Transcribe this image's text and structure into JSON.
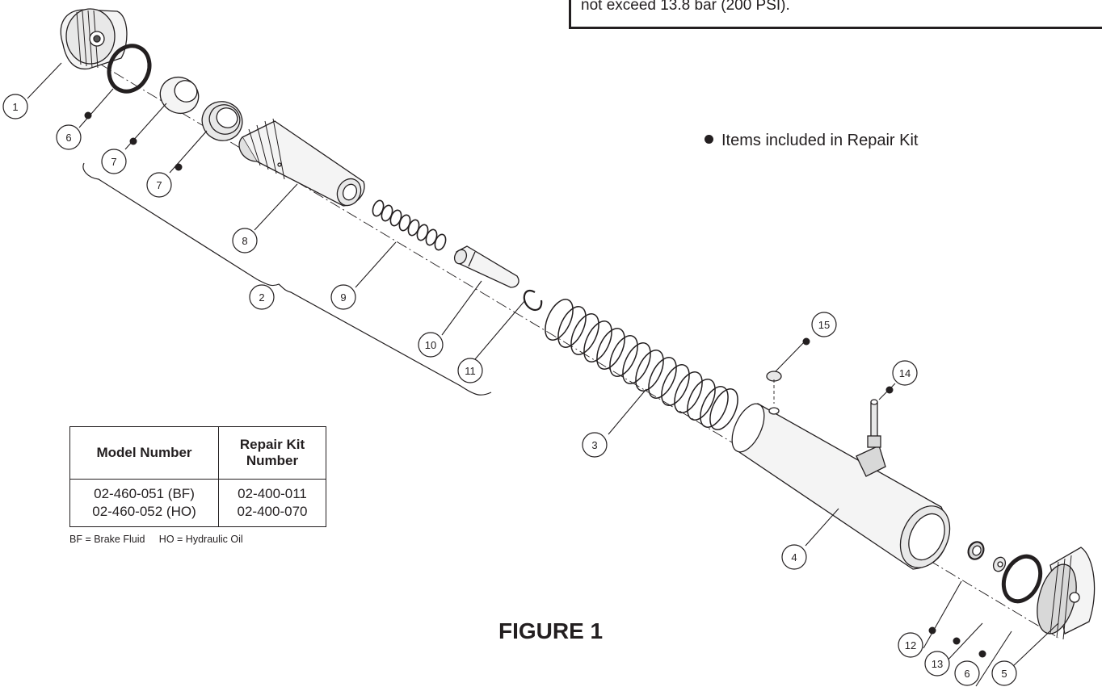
{
  "note": {
    "text": "not exceed 13.8 bar (200 PSI)."
  },
  "legend": {
    "text": "Items included in Repair Kit",
    "bullet_icon": "filled-circle-icon"
  },
  "figure_title": "FIGURE 1",
  "callouts": [
    "1",
    "6",
    "7",
    "7",
    "8",
    "2",
    "9",
    "10",
    "11",
    "15",
    "14",
    "3",
    "4",
    "12",
    "13",
    "6",
    "5"
  ],
  "kit_table": {
    "headers": [
      "Model Number",
      "Repair Kit Number"
    ],
    "rows": [
      [
        "02-460-051 (BF)",
        "02-400-011"
      ],
      [
        "02-460-052 (HO)",
        "02-400-070"
      ]
    ],
    "footnote": "BF = Brake Fluid     HO = Hydraulic Oil"
  },
  "colors": {
    "ink": "#231f20",
    "fill_light": "#f4f4f4",
    "fill_mid": "#d8d8d8"
  }
}
